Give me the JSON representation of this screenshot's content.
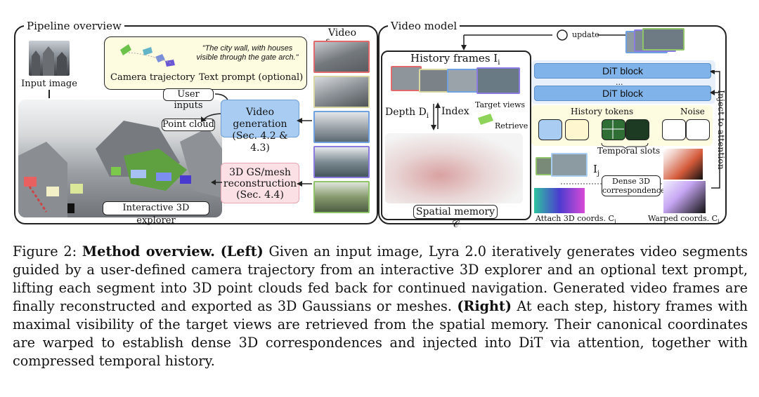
{
  "left_panel": {
    "title": "Pipeline overview",
    "input_image_label": "Input image",
    "camera_trajectory_label": "Camera trajectory",
    "text_prompt_label": "Text prompt (optional)",
    "text_prompt_quote": "\"The city wall, with houses visible through the gate arch.\"",
    "user_inputs_label": "User inputs",
    "point_cloud_label": "Point cloud",
    "video_generation_line1": "Video generation",
    "video_generation_line2": "(Sec. 4.2 & 4.3)",
    "recon_line1": "3D GS/mesh",
    "recon_line2": "reconstruction",
    "recon_line3": "(Sec. 4.4)",
    "explorer_label": "Interactive 3D explorer",
    "video_frames_label": "Video frames"
  },
  "right_panel": {
    "title": "Video model",
    "update_label": "update",
    "history_frames_label": "History frames I",
    "history_frames_sub": "i",
    "depth_label": "Depth D",
    "depth_sub": "i",
    "index_label": "Index",
    "target_views_label": "Target views",
    "retrieve_label": "Retrieve",
    "spatial_memory_label": "Spatial memory 𝒞",
    "dit_block_label": "DiT block",
    "dit_ellipsis": "...",
    "history_tokens_label": "History tokens",
    "noise_label": "Noise",
    "temporal_slots_label": "Temporal slots",
    "ij_label": "I",
    "ij_sub": "j",
    "dense_line1": "Dense 3D",
    "dense_line2": "correspondence",
    "attach_label": "Attach 3D coords. C",
    "attach_sub": "j",
    "warped_label": "Warped coords. C",
    "warped_sub": "i",
    "inject_label": "Inject to attention"
  },
  "caption": {
    "prefix": "Figure 2: ",
    "bold_title": "Method overview.",
    "left_tag": "(Left)",
    "left_text": " Given an input image, Lyra 2.0 iteratively generates video segments guided by a user-defined camera trajectory from an interactive 3D explorer and an optional text prompt, lifting each segment into 3D point clouds fed back for continued navigation. Generated video frames are finally reconstructed and exported as 3D Gaussians or meshes. ",
    "right_tag": "(Right)",
    "right_text": " At each step, history frames with maximal visibility of the target views are retrieved from the spatial memory. Their canonical coordinates are warped to establish dense 3D correspondences and injected into DiT via attention, together with compressed temporal history."
  },
  "colors": {
    "video_generation_fill": "#a9cdf2",
    "recon_fill": "#fbe0e6",
    "prompt_fill": "#fdfbe0",
    "dit_fill": "#7fb3ea",
    "frame_borders": [
      "#e06a6a",
      "#d9d7a0",
      "#6fa0e0",
      "#8a7be0",
      "#8fc46a"
    ]
  }
}
